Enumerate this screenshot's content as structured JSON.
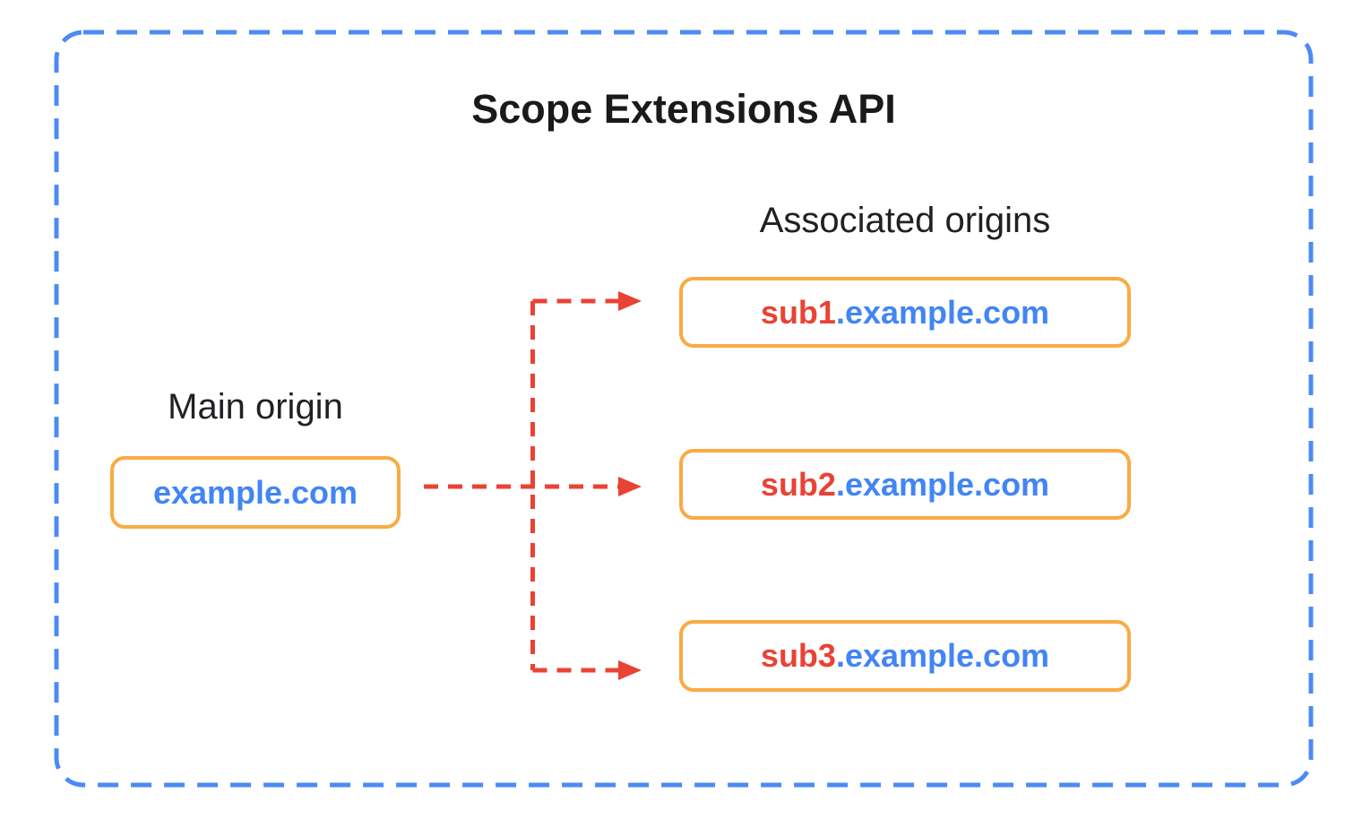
{
  "diagram": {
    "title": "Scope Extensions API",
    "main_origin": {
      "label": "Main origin",
      "origin": "example.com"
    },
    "associated_origins": {
      "label": "Associated origins",
      "origins": [
        {
          "prefix": "sub1",
          "suffix": ".example.com"
        },
        {
          "prefix": "sub2",
          "suffix": ".example.com"
        },
        {
          "prefix": "sub3",
          "suffix": ".example.com"
        }
      ]
    },
    "icons": {
      "arrowhead": "triangle-right"
    },
    "connector_style": "dashed"
  },
  "colors": {
    "border_blue": "#4C8BF4",
    "text_blue": "#4285F4",
    "red": "#E94335",
    "orange": "#F9AB42",
    "title_text": "#1A1A1A",
    "label_text": "#202124",
    "background": "#FFFFFF"
  }
}
